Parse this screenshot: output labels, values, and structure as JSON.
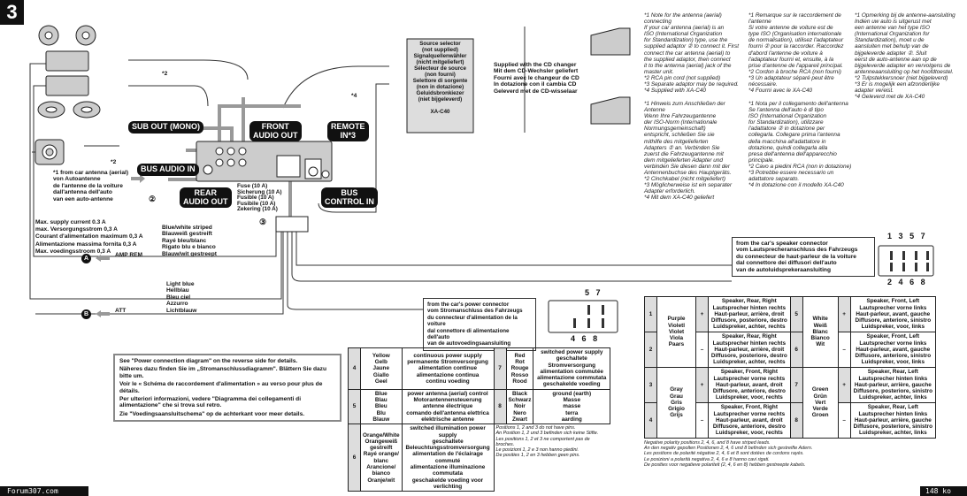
{
  "section_number": "3",
  "labels": {
    "sub_out": "SUB OUT (MONO)",
    "front_audio_out": "FRONT\nAUDIO OUT",
    "remote_in": "REMOTE\nIN*3",
    "bus_audio_in": "BUS AUDIO IN",
    "rear_audio_out": "REAR\nAUDIO OUT",
    "bus_control_in": "BUS\nCONTROL IN",
    "star2a": "*2",
    "star2b": "*2",
    "star4": "*4",
    "adapter_num": "②",
    "connector_num": "③"
  },
  "antenna_text": "*1 from car antenna (aerial)\nvon Autoantenne\nde l'antenne de la voiture\ndall'antenna dell'auto\nvan een auto-antenne",
  "fuse_text": "Fuse (10 A)\nSicherung (10 A)\nFusible (10 A)\nFusibile (10 A)\nZekering (10 A)",
  "max_supply_text": "Max. supply current 0.3 A\nmax. Versorgungsstrom 0,3 A\nCourant d'alimentation maximum 0,3 A\nAlimentazione massima fornita 0,3 A\nMax. voedingsstroom 0,3 A",
  "amp_rem": {
    "marker": "A",
    "label": "AMP REM"
  },
  "att": {
    "marker": "B",
    "label": "ATT"
  },
  "blue_white_text": "Blue/white striped\nBlauweiß gestreift\nRayé bleu/blanc\nRigato blu e bianco\nBlauw/wit gestreept",
  "light_blue_text": "Light blue\nHellblau\nBleu ciel\nAzzurro\nLichtblauw",
  "source_selector": "Source selector\n(not supplied)\nSignalquellenwähler\n(nicht mitgeliefert)\nSélecteur de source\n(non fourni)\nSelettore di sorgente\n(non in dotazione)\nGeluidsbronkiezer\n(niet bijgeleverd)\n\nXA-C40",
  "cd_changer_text": "Supplied with the CD changer\nMit dem CD-Wechsler geliefert\nFourni avec le changeur de CD\nIn dotazione con il cambia CD\nGeleverd met de CD-wisselaar",
  "notes": [
    "*1 Note for the antenna (aerial)\n   connecting\n   If your car antenna (aerial) is an\n   ISO (International Organization\n   for Standardization) type, use the\n   supplied adaptor ② to connect it. First\n   connect the car antenna (aerial) to\n   the supplied adaptor, then connect\n   it to the antenna (aerial) jack of the\n   master unit.\n*2 RCA pin cord (not supplied)\n*3 Separate adaptor may be required.\n*4 Supplied with XA-C40",
    "*1 Remarque sur le raccordement de\n   l'antenne\n   Si votre antenne de voiture est de\n   type ISO (Organisation internationale\n   de normalisation), utilisez l'adaptateur\n   fourni ② pour la raccorder. Raccordez\n   d'abord l'antenne de voiture à\n   l'adaptateur fourni et, ensuite, à la\n   prise d'antenne de l'appareil principal.\n*2 Cordon à broche RCA (non fourni)\n*3 Un adaptateur séparé peut être\n   nécessaire.\n*4 Fourni avec le XA-C40",
    "*1 Opmerking bij de antenne-aansluiting\n   Indien uw auto is uitgerust met\n   een antenne van het type ISO\n   (International Organization for\n   Standardization), moet u de\n   aansluiten met behulp van de\n   bijgeleverde adapter ②. Sluit\n   eerst de auto-antenne aan op de\n   bijgeleverde adapter en vervolgens de\n   antenneaansluiting op het hoofdtoestel.\n*2 Tulpstekkersnoer (niet bijgeleverd)\n*3 Er is mogelijk een afzonderlijke\n   adapter vereist.\n*4 Geleverd met de XA-C40",
    "*1 Hinweis zum Anschließen der\n   Antenne\n   Wenn Ihre Fahrzeugantenne\n   der ISO-Norm (Internationale\n   Normungsgemeinschaft)\n   entspricht, schließen Sie sie\n   mithilfe des mitgelieferten\n   Adapters ② an. Verbinden Sie\n   zuerst die Fahrzeugantenne mit\n   dem mitgelieferten Adapter und\n   verbinden Sie diesen dann mit der\n   Antennenbuchse des Hauptgeräts.\n*2 Cinchkabel (nicht mitgeliefert)\n*3 Möglicherweise ist ein separater\n   Adapter erforderlich.\n*4 Mit dem XA-C40 geliefert",
    "*1 Nota per il collegamento dell'antenna\n   Se l'antenna dell'auto è di tipo\n   ISO (International Organization\n   for Standardization), utilizzare\n   l'adattatore ② in dotazione per\n   collegarla. Collegare prima l'antenna\n   della macchina all'adattatore in\n   dotazione, quindi collegarla alla\n   presa dell'antenna dell'apparecchio\n   principale.\n*2 Cavo a piedini RCA (non in dotazione)\n*3 Potrebbe essere necessario un\n   adattatore separato.\n*4 In dotazione con il modello XA-C40"
  ],
  "speaker_connector_text": "from the car's speaker connector\nvom Lautsprecheranschluss des Fahrzeugs\ndu connecteur de haut-parleur de la voiture\ndal connettore dei diffusori dell'auto\nvan de autoluidsprekeraansluiting",
  "speaker_pins_top": [
    "1",
    "3",
    "5",
    "7"
  ],
  "speaker_pins_bottom": [
    "2",
    "4",
    "6",
    "8"
  ],
  "power_connector_text": "from the car's power connector\nvom Stromanschluss des Fahrzeugs\ndu connecteur d'alimentation de la voiture\ndal connettore di alimentazione dell'auto\nvan de autovoedingsaansluiting",
  "power_pins_top": [
    "5",
    "7"
  ],
  "power_pins_bottom": [
    "4",
    "6",
    "8"
  ],
  "see_power_text": [
    "See \"Power connection diagram\" on the reverse side for details.",
    "Näheres dazu finden Sie im „Stromanschlussdiagramm\". Blättern Sie dazu bitte um.",
    "Voir le « Schéma de raccordement d'alimentation » au verso pour plus de détails.",
    "Per ulteriori informazioni, vedere \"Diagramma dei collegamenti di alimentazione\" che si trova sul retro.",
    "Zie \"Voedingsaansluitschema\" op de achterkant voor meer details."
  ],
  "power_table": [
    {
      "l": {
        "n": "4",
        "color": "Yellow\nGelb\nJaune\nGiallo\nGeel",
        "desc": "continuous power supply\npermanente Stromversorgung\nalimentation continue\nalimentazione continua\ncontinu voeding"
      },
      "r": {
        "n": "7",
        "color": "Red\nRot\nRouge\nRosso\nRood",
        "desc": "switched power supply\ngeschaltete Stromversorgung\nalimentation commutée\nalimentazione commutata\ngeschakelde voeding"
      }
    },
    {
      "l": {
        "n": "5",
        "color": "Blue\nBlau\nBleu\nBlu\nBlauw",
        "desc": "power antenna (aerial) control\nMotorantennensteuerung\nantenne électrique\ncomando dell'antenna elettrica\nelektrische antenne"
      },
      "r": {
        "n": "8",
        "color": "Black\nSchwarz\nNoir\nNero\nZwart",
        "desc": "ground (earth)\nMasse\nmasse\nterra\naarding"
      }
    },
    {
      "l": {
        "n": "6",
        "color": "Orange/White\nOrangeweiß\ngestreift\nRayé orange/\nblanc\nArancione/\nbianco\nOranje/wit",
        "desc": "switched illumination power supply\ngeschaltete\nBeleuchtungsstromversorgung\nalimentation de l'éclairage\ncommuté\nalimentazione illuminazione\ncommutata\ngeschakelde voeding voor\nverlichting"
      }
    }
  ],
  "power_table_note": "Positions 1, 2 and 3 do not have pins.\nAn Position 1, 2 und 3 befinden sich keine Stifte.\nLes positions 1, 2 et 3 ne comportent pas de broches.\nLe posizioni 1, 2 e 3 non hanno piedini.\nDe posities 1, 2 en 3 hebben geen pins.",
  "speaker_table": {
    "left_groups": [
      {
        "color": "Purple\nVioletl\nViolet\nViola\nPaars",
        "rows": [
          {
            "n": "1",
            "pol": "+"
          },
          {
            "n": "2",
            "pol": "–"
          }
        ],
        "desc": "Speaker, Rear, Right\nLautsprecher hinten rechts\nHaut-parleur, arrière, droit\nDiffusore, posteriore, destro\nLuidspreker, achter, rechts"
      },
      {
        "color": "Gray\nGrau\nGris\nGrigio\nGrijs",
        "rows": [
          {
            "n": "3",
            "pol": "+"
          },
          {
            "n": "4",
            "pol": "–"
          }
        ],
        "desc": "Speaker, Front, Right\nLautsprecher vorne rechts\nHaut-parleur, avant, droit\nDiffusore, anteriore, destro\nLuidspreker, voor, rechts"
      }
    ],
    "right_groups": [
      {
        "color": "White\nWeiß\nBlanc\nBianco\nWit",
        "rows": [
          {
            "n": "5",
            "pol": "+"
          },
          {
            "n": "6",
            "pol": "–"
          }
        ],
        "desc": "Speaker, Front, Left\nLautsprecher vorne links\nHaut-parleur, avant, gauche\nDiffusore, anteriore, sinistro\nLuidspreker, voor, links"
      },
      {
        "color": "Green\nGrün\nVert\nVerde\nGroen",
        "rows": [
          {
            "n": "7",
            "pol": "+"
          },
          {
            "n": "8",
            "pol": "–"
          }
        ],
        "desc": "Speaker, Rear, Left\nLautsprecher hinten links\nHaut-parleur, arrière, gauche\nDiffusore, posteriore, sinistro\nLuidspreker, achter, links"
      }
    ]
  },
  "speaker_table_note": "Negative polarity positions 2, 4, 6, and 8 have striped leads.\nAn den negativ gepolten Positionen 2, 4, 6 und 8 befinden sich gestreifte Adern.\nLes positions de polarité négative 2, 4, 6 et 8 sont dotées de cordons rayés.\nLe posizioni a polarità negativa 2, 4, 6 e 8 hanno cavi rigati.\nDe posities voor negatieve polariteit (2, 4, 6 en 8) hebben gestreepte kabels.",
  "footer": {
    "site": "Forum307.com",
    "size": "148 ko"
  },
  "colors": {
    "wire": "#999999",
    "unit": "#cccccc",
    "label_bg": "#111111",
    "table_shade": "#dddddd"
  }
}
